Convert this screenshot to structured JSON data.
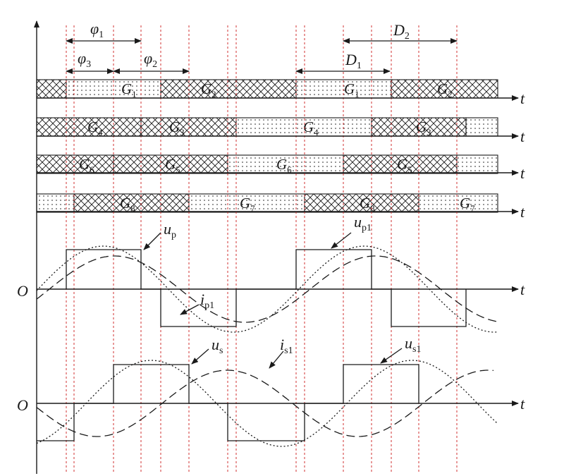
{
  "labels": {
    "t": "t",
    "origin": "O",
    "phi1": "φ",
    "phi1_sub": "1",
    "phi2": "φ",
    "phi2_sub": "2",
    "phi3": "φ",
    "phi3_sub": "3",
    "D1": "D",
    "D1_sub": "1",
    "D2": "D",
    "D2_sub": "2",
    "up": "u",
    "up_sub": "p",
    "up1": "u",
    "up1_sub": "p1",
    "ip1": "i",
    "ip1_sub": "p1",
    "us": "u",
    "us_sub": "s",
    "is1": "i",
    "is1_sub": "s1",
    "us1": "u",
    "us1_sub": "s1"
  },
  "gates": [
    {
      "row": 1,
      "items": [
        {
          "pattern": "dots",
          "text": "G",
          "sub": "1"
        },
        {
          "pattern": "cross",
          "text": "G",
          "sub": "2"
        },
        {
          "pattern": "dots",
          "text": "G",
          "sub": "1"
        },
        {
          "pattern": "cross",
          "text": "G",
          "sub": "2"
        }
      ]
    },
    {
      "row": 2,
      "items": [
        {
          "pattern": "cross",
          "text": "G",
          "sub": "4"
        },
        {
          "pattern": "dots",
          "text": "G",
          "sub": "3"
        },
        {
          "pattern": "cross",
          "text": "G",
          "sub": "4"
        },
        {
          "pattern": "dots",
          "text": "G",
          "sub": "3"
        }
      ]
    },
    {
      "row": 3,
      "items": [
        {
          "pattern": "cross",
          "text": "G",
          "sub": "6"
        },
        {
          "pattern": "dots",
          "text": "G",
          "sub": "5"
        },
        {
          "pattern": "cross",
          "text": "G",
          "sub": "6"
        },
        {
          "pattern": "dots",
          "text": "G",
          "sub": "5"
        }
      ]
    },
    {
      "row": 4,
      "items": [
        {
          "pattern": "cross",
          "text": "G",
          "sub": "8"
        },
        {
          "pattern": "dots",
          "text": "G",
          "sub": "7"
        },
        {
          "pattern": "cross",
          "text": "G",
          "sub": "8"
        },
        {
          "pattern": "dots",
          "text": "G",
          "sub": "7"
        }
      ]
    }
  ],
  "colors": {
    "ink": "#1a1a1a",
    "guide": "#d03030"
  }
}
